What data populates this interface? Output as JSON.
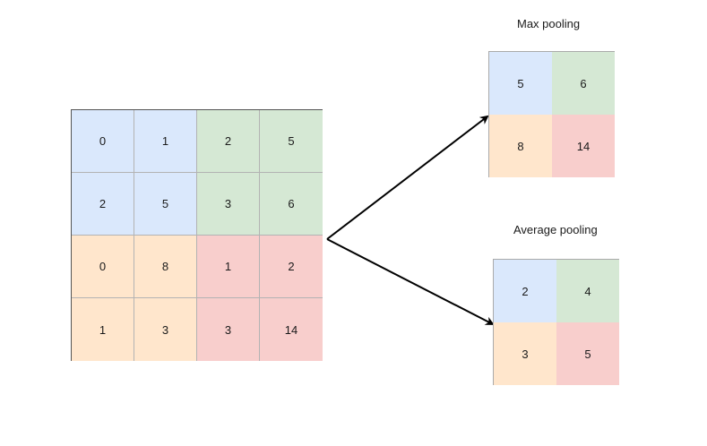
{
  "colors": {
    "blue": "#dae8fc",
    "green": "#d5e8d4",
    "orange": "#ffe6cc",
    "red": "#f8cecc"
  },
  "input_grid": {
    "rows": [
      [
        "0",
        "1",
        "2",
        "5"
      ],
      [
        "2",
        "5",
        "3",
        "6"
      ],
      [
        "0",
        "8",
        "1",
        "2"
      ],
      [
        "1",
        "3",
        "3",
        "14"
      ]
    ]
  },
  "max_pooling": {
    "title": "Max pooling",
    "rows": [
      [
        "5",
        "6"
      ],
      [
        "8",
        "14"
      ]
    ]
  },
  "average_pooling": {
    "title": "Average pooling",
    "rows": [
      [
        "2",
        "4"
      ],
      [
        "3",
        "5"
      ]
    ]
  }
}
